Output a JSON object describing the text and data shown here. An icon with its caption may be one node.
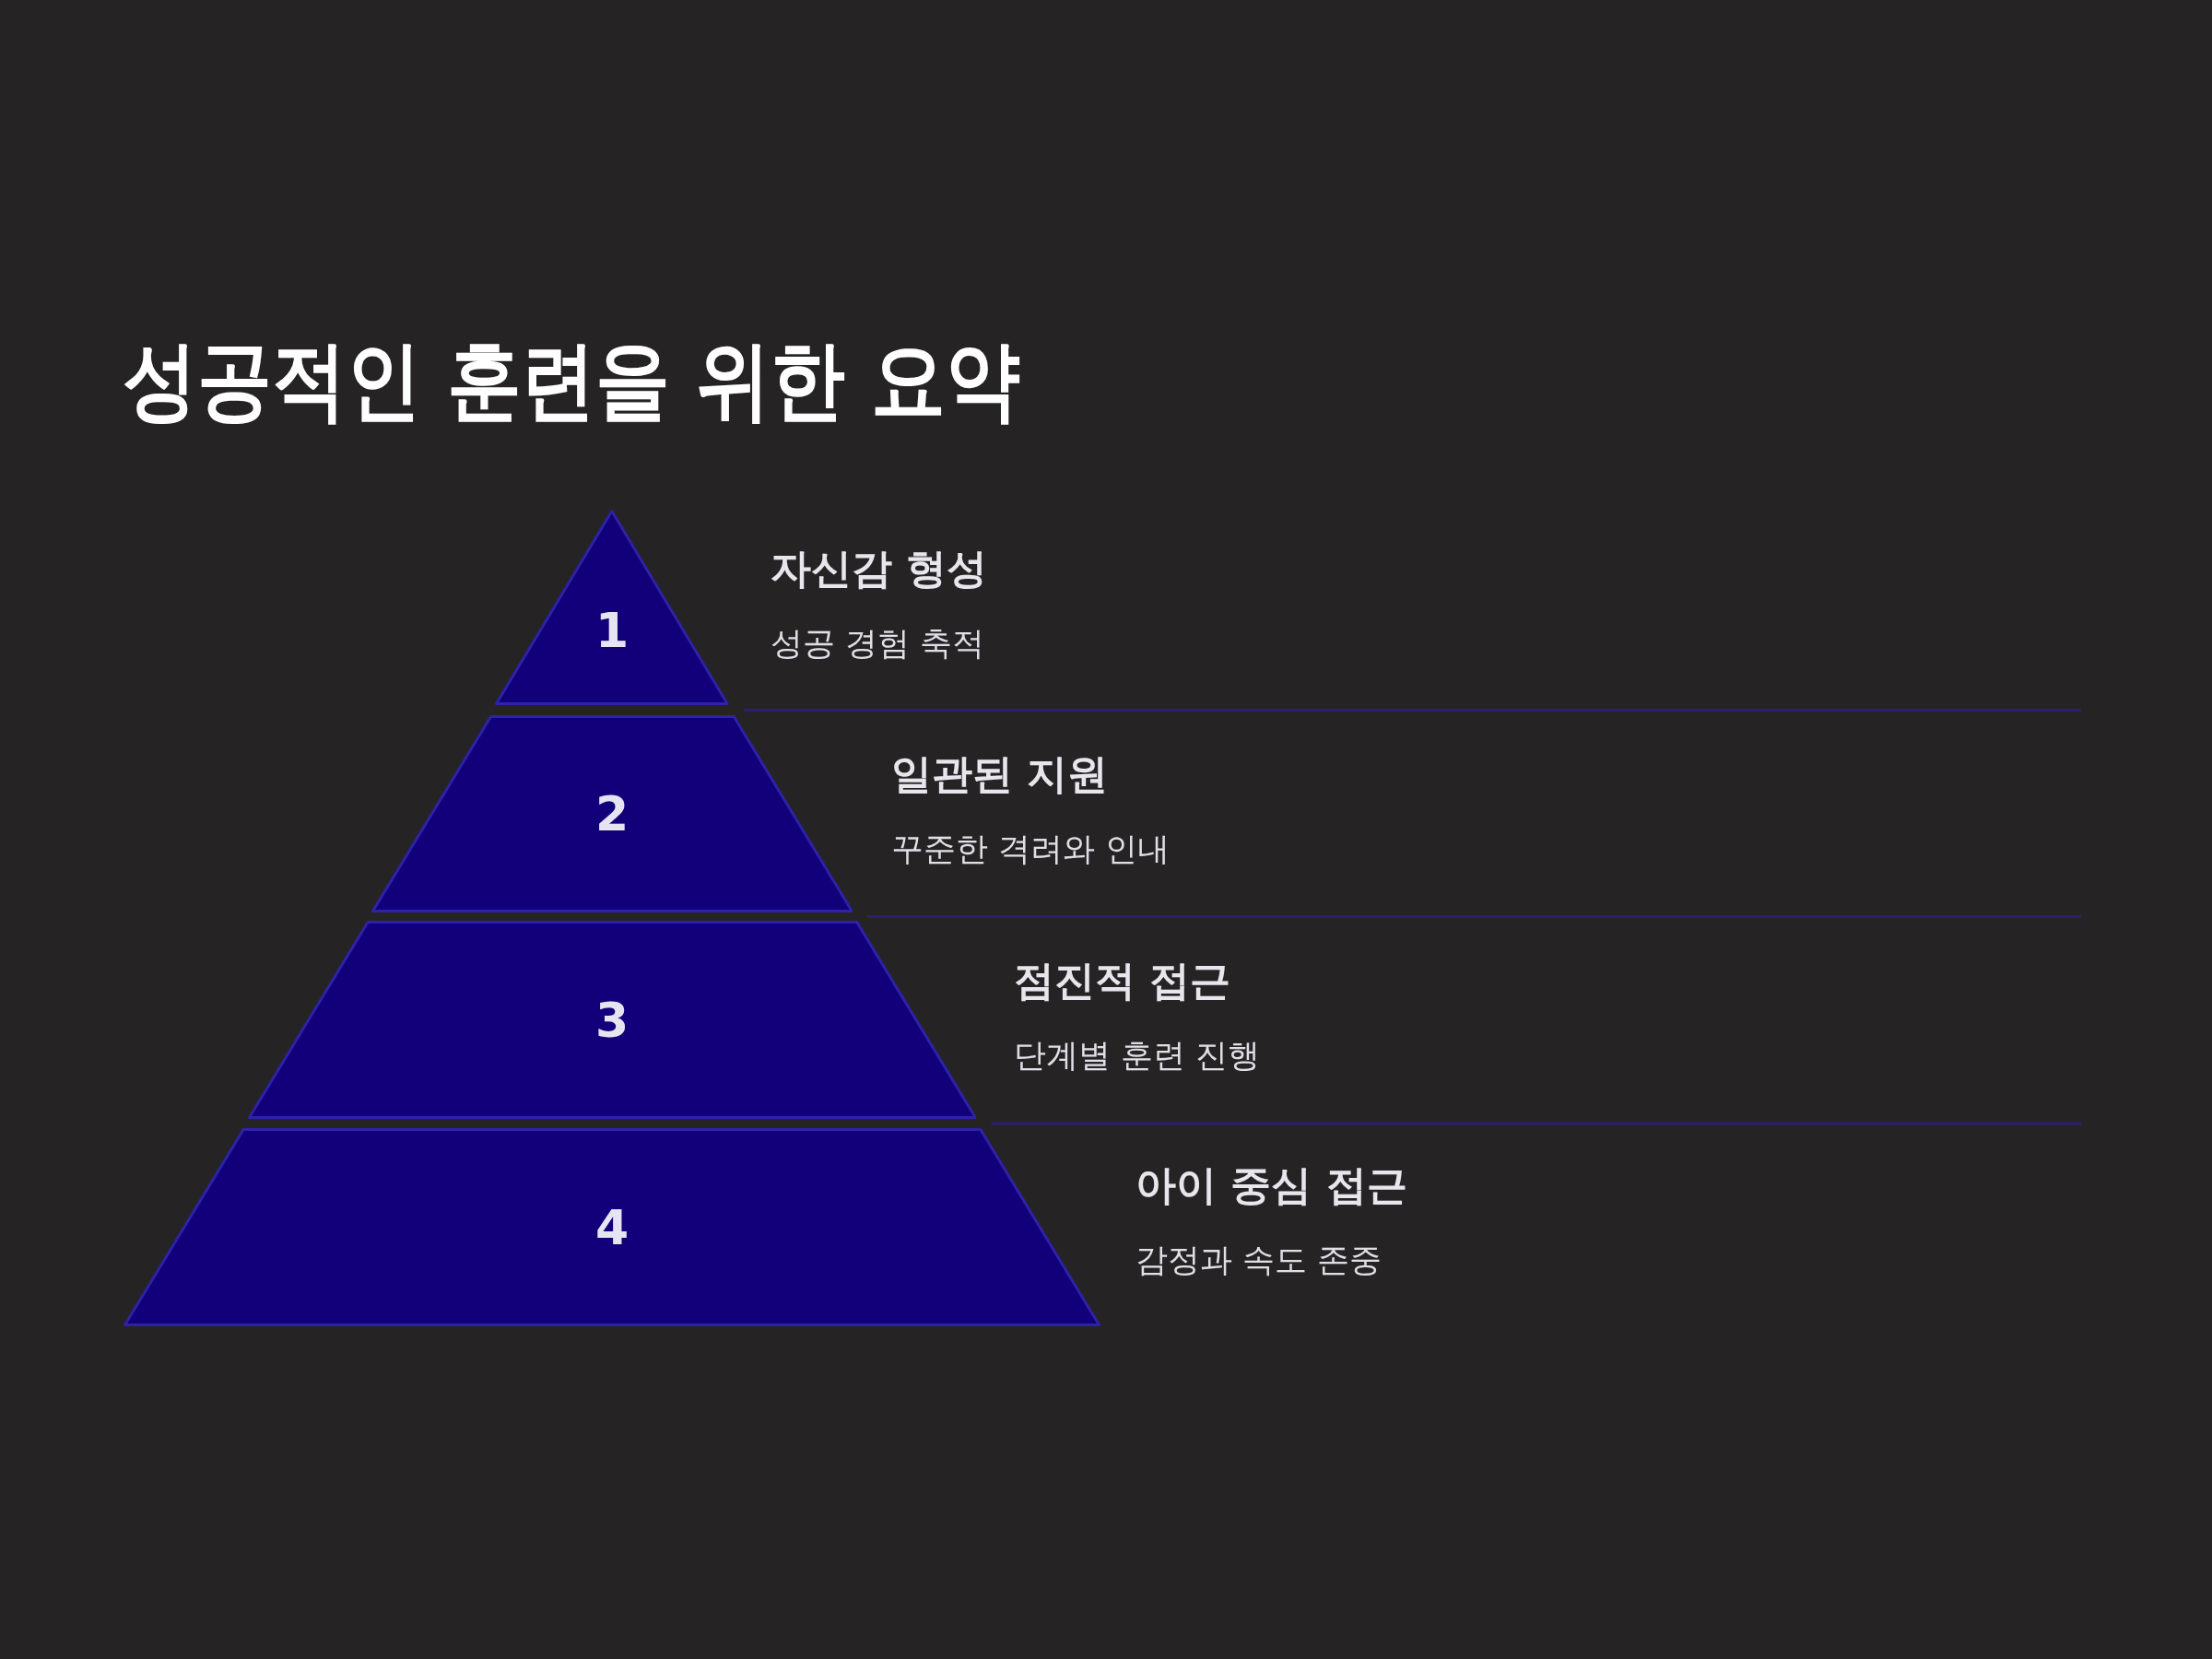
{
  "diagram": {
    "title": "성공적인 훈련을 위한 요약",
    "nodes": [
      {
        "text": [
          "1"
        ],
        "beside": [
          "자신감 형성",
          "성공 경험 축적"
        ]
      },
      {
        "text": [
          "2"
        ],
        "beside": [
          "일관된 지원",
          "꾸준한 격려와 인내"
        ]
      },
      {
        "text": [
          "3"
        ],
        "beside": [
          "점진적 접근",
          "단계별 훈련 진행"
        ]
      },
      {
        "text": [
          "4"
        ],
        "beside": [
          "아이 중심 접근",
          "감정과 속도 존중"
        ]
      }
    ],
    "edges": []
  }
}
